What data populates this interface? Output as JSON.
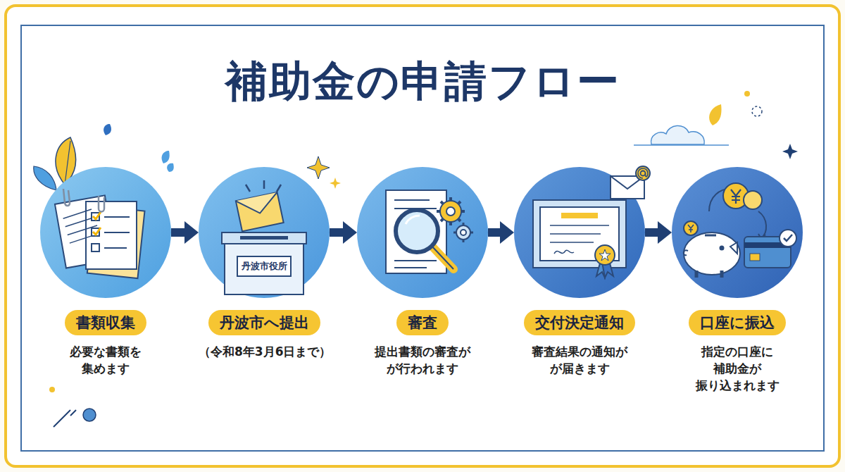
{
  "diagram": {
    "title": "補助金の申請フロー",
    "nodes": [
      {
        "text": [
          "書類収集",
          "必要な書類を 集めます"
        ]
      },
      {
        "text": [
          "丹波市へ提出",
          "（令和8年3月6日まで）"
        ]
      },
      {
        "text": [
          "審査",
          "提出書類の審査が が行われます"
        ]
      },
      {
        "text": [
          "交付決定通知",
          "審査結果の通知が が届きます"
        ]
      },
      {
        "text": [
          "口座に振込",
          "指定の口座に 補助金が 振り込まれます"
        ]
      }
    ],
    "edges": [
      {
        "from": 0,
        "to": 1,
        "arrow": "to"
      },
      {
        "from": 1,
        "to": 2,
        "arrow": "to"
      },
      {
        "from": 2,
        "to": 3,
        "arrow": "to"
      },
      {
        "from": 3,
        "to": 4,
        "arrow": "to"
      }
    ],
    "labels": [
      "丹波市役所"
    ]
  }
}
